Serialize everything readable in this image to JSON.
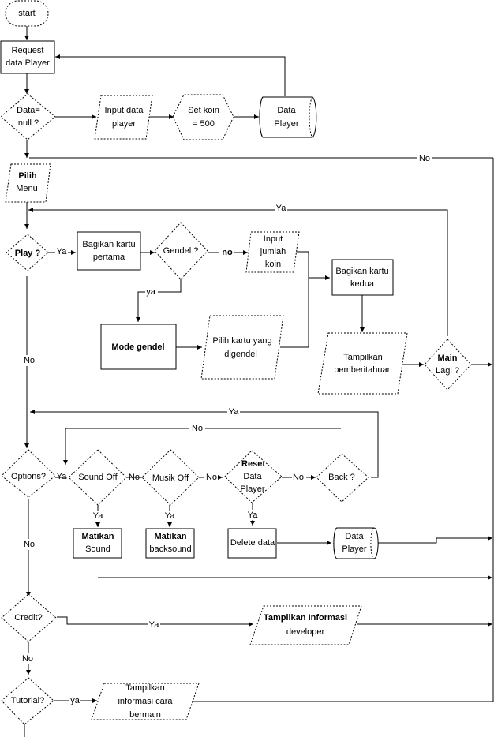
{
  "diagram": {
    "type": "flowchart",
    "nodes": {
      "start": {
        "shape": "terminator",
        "lines": [
          "start"
        ]
      },
      "request_data": {
        "shape": "process",
        "lines": [
          "Request",
          "data Player"
        ]
      },
      "data_null": {
        "shape": "decision",
        "lines": [
          "Data=",
          "null ?"
        ]
      },
      "input_data_player": {
        "shape": "input-output",
        "lines": [
          "Input data",
          "player"
        ]
      },
      "set_koin": {
        "shape": "preparation",
        "lines": [
          "Set koin",
          "= 500"
        ]
      },
      "data_player_store_1": {
        "shape": "stored-data",
        "lines": [
          "Data",
          "Player"
        ]
      },
      "pilih_menu": {
        "shape": "input-output",
        "lines": [
          "Pilih",
          "Menu"
        ]
      },
      "play": {
        "shape": "decision",
        "lines": [
          "Play ?"
        ]
      },
      "bagikan_pertama": {
        "shape": "process",
        "lines": [
          "Bagikan kartu",
          "pertama"
        ]
      },
      "gendel": {
        "shape": "decision",
        "lines": [
          "Gendel ?"
        ]
      },
      "input_jumlah_koin": {
        "shape": "input-output",
        "lines": [
          "Input",
          "jumlah",
          "koin"
        ]
      },
      "bagikan_kedua": {
        "shape": "process",
        "lines": [
          "Bagikan kartu",
          "kedua"
        ]
      },
      "mode_gendel": {
        "shape": "process",
        "lines": [
          "Mode gendel"
        ]
      },
      "pilih_kartu": {
        "shape": "input-output",
        "lines": [
          "Pilih kartu yang",
          "digendel"
        ]
      },
      "tampilkan_pemberitahuan": {
        "shape": "input-output",
        "lines": [
          "Tampilkan",
          "pemberitahuan"
        ]
      },
      "main_lagi": {
        "shape": "decision",
        "lines": [
          "Main",
          "Lagi ?"
        ]
      },
      "options": {
        "shape": "decision",
        "lines": [
          "Options?"
        ]
      },
      "sound_off": {
        "shape": "decision",
        "lines": [
          "Sound Off"
        ]
      },
      "musik_off": {
        "shape": "decision",
        "lines": [
          "Musik Off"
        ]
      },
      "reset_data": {
        "shape": "decision",
        "lines": [
          "Reset",
          "Data",
          "Player"
        ]
      },
      "back": {
        "shape": "decision",
        "lines": [
          "Back ?"
        ]
      },
      "matikan_sound": {
        "shape": "process",
        "lines": [
          "Matikan",
          "Sound"
        ]
      },
      "matikan_backsound": {
        "shape": "process",
        "lines": [
          "Matikan",
          "backsound"
        ]
      },
      "delete_data": {
        "shape": "process",
        "lines": [
          "Delete data"
        ]
      },
      "data_player_store_2": {
        "shape": "stored-data",
        "lines": [
          "Data",
          "Player"
        ]
      },
      "credit": {
        "shape": "decision",
        "lines": [
          "Credit?"
        ]
      },
      "tampilkan_developer": {
        "shape": "input-output",
        "lines": [
          "Tampilkan Informasi",
          "developer"
        ]
      },
      "tutorial": {
        "shape": "decision",
        "lines": [
          "Tutorial?"
        ]
      },
      "tampilkan_cara": {
        "shape": "input-output",
        "lines": [
          "Tampilkan",
          "informasi cara",
          "bermain"
        ]
      }
    },
    "edge_labels": {
      "data_null_no": "No",
      "play_ya": "Ya",
      "play_no": "No",
      "gendel_no": "no",
      "gendel_ya": "ya",
      "main_lagi_ya": "Ya",
      "options_ya": "Ya",
      "options_no": "No",
      "back_ya": "Ya",
      "back_no": "No",
      "sound_off_ya": "Ya",
      "sound_off_no": "No",
      "musik_off_ya": "Ya",
      "musik_off_no": "No",
      "reset_ya": "Ya",
      "reset_no": "No",
      "credit_ya": "Ya",
      "credit_no": "No",
      "tutorial_ya": "ya"
    }
  }
}
